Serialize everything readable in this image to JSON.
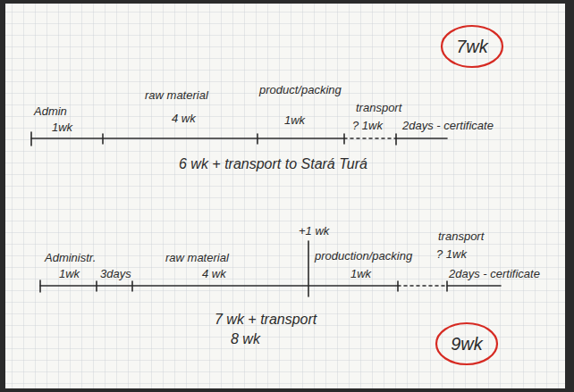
{
  "diagram": {
    "nodes": [
      {
        "text": [
          "7wk"
        ]
      },
      {
        "text": [
          "9wk"
        ]
      }
    ],
    "labels": [
      "Admin",
      "raw material",
      "product/packing",
      "transport",
      "1wk",
      "4 wk",
      "1wk",
      "? 1wk",
      "2days - certificate",
      "6 wk + transport to Stará Turá",
      "+1 wk",
      "Administr.",
      "raw material",
      "production/packing",
      "transport",
      "1wk",
      "3days",
      "4 wk",
      "1wk",
      "? 1wk",
      "2days - certificate",
      "7 wk + transport",
      "8 wk"
    ]
  }
}
